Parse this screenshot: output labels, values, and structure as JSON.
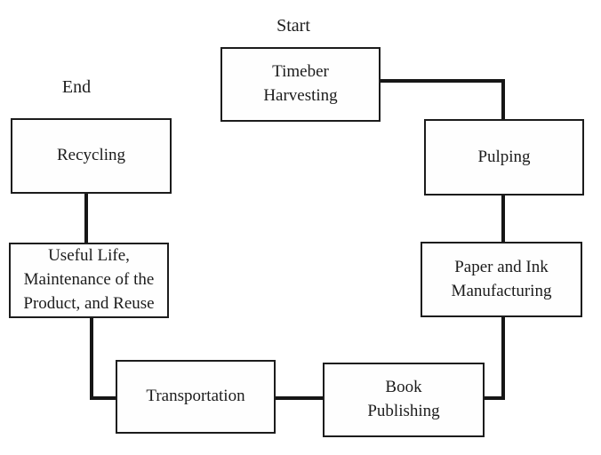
{
  "diagram": {
    "type": "flowchart",
    "background_color": "#ffffff",
    "line_color": "#1c1c1c",
    "start_label": "Start",
    "end_label": "End",
    "nodes": {
      "timber_harvesting": {
        "label": "Timeber\nHarvesting"
      },
      "pulping": {
        "label": "Pulping"
      },
      "paper_ink_manufacturing": {
        "label": "Paper and Ink\nManufacturing"
      },
      "book_publishing": {
        "label": "Book\nPublishing"
      },
      "transportation": {
        "label": "Transportation"
      },
      "useful_life": {
        "label": "Useful Life,\nMaintenance of the\nProduct, and Reuse"
      },
      "recycling": {
        "label": "Recycling"
      }
    },
    "edges": [
      {
        "from": "timber_harvesting",
        "to": "pulping",
        "style": "elbow, no arrowhead"
      },
      {
        "from": "pulping",
        "to": "paper_ink_manufacturing",
        "style": "straight, no arrowhead"
      },
      {
        "from": "paper_ink_manufacturing",
        "to": "book_publishing",
        "style": "elbow, no arrowhead"
      },
      {
        "from": "book_publishing",
        "to": "transportation",
        "style": "straight, no arrowhead"
      },
      {
        "from": "transportation",
        "to": "useful_life",
        "style": "elbow, no arrowhead"
      },
      {
        "from": "useful_life",
        "to": "recycling",
        "style": "straight, no arrowhead"
      }
    ]
  }
}
